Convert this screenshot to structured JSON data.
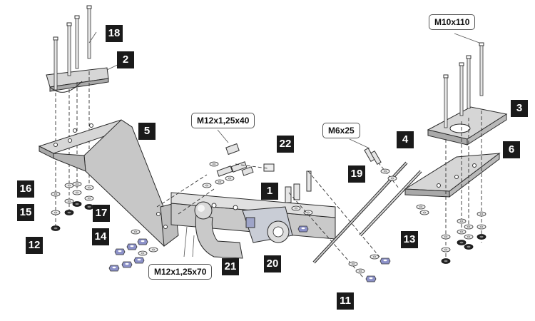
{
  "callouts": {
    "c1": "1",
    "c2": "2",
    "c3": "3",
    "c4": "4",
    "c5": "5",
    "c6": "6",
    "c11": "11",
    "c12": "12",
    "c13": "13",
    "c14": "14",
    "c15": "15",
    "c16": "16",
    "c17": "17",
    "c18": "18",
    "c19": "19",
    "c20": "20",
    "c21": "21",
    "c22": "22"
  },
  "specs": {
    "m10x110": "M10x110",
    "m12x125x40": "M12x1,25x40",
    "m6x25": "M6x25",
    "m12x125x70": "M12x1,25x70"
  },
  "colors": {
    "plate": "#d6d6d6",
    "plate_side": "#a9a9a9",
    "outline": "#2a2a2a",
    "bolt": "#e3e3e3",
    "nut": "#8c91c8",
    "bracket": "#c9cdd6",
    "callout_bg": "#1a1a1a"
  }
}
